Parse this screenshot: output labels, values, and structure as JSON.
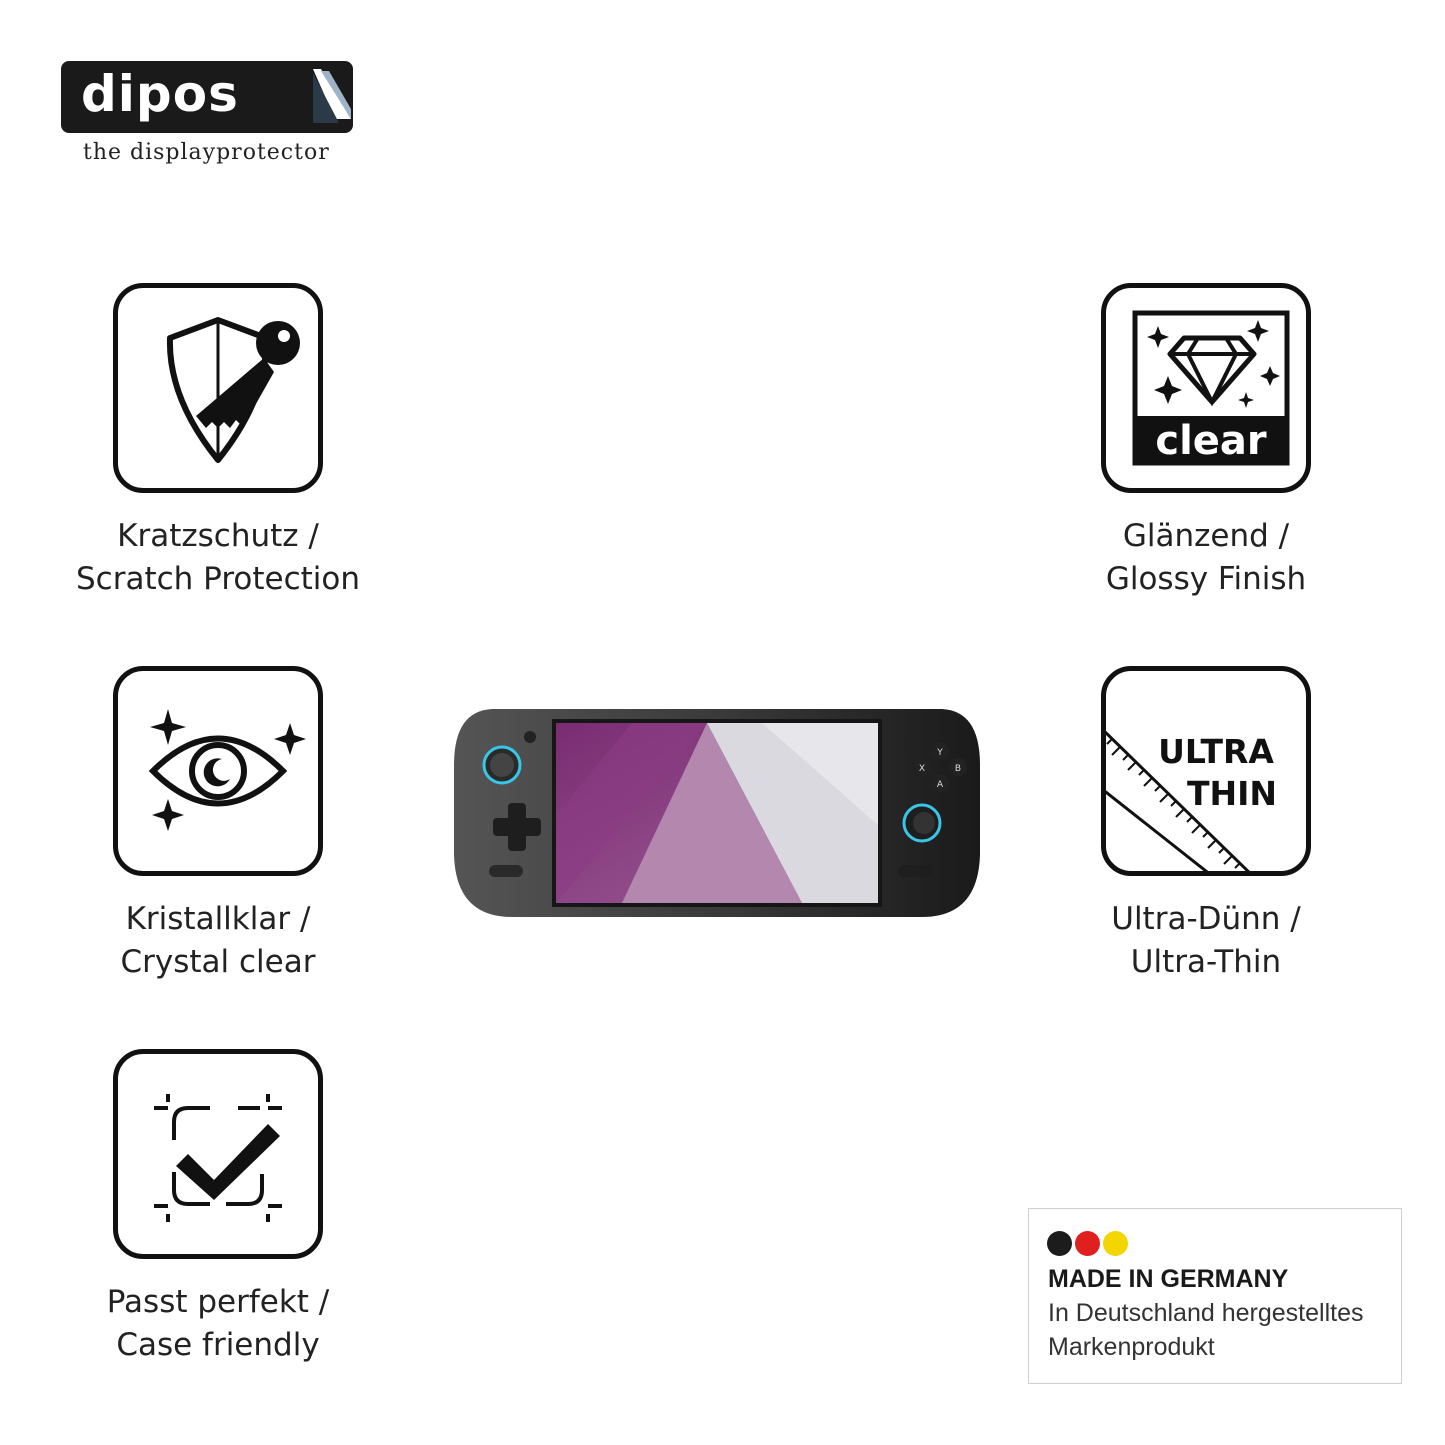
{
  "brand": {
    "name": "dipos",
    "tagline": "the displayprotector"
  },
  "features": [
    {
      "icon": "shield-key-icon",
      "line1": "Kratzschutz /",
      "line2": "Scratch Protection"
    },
    {
      "icon": "eye-sparkle-icon",
      "line1": "Kristallklar /",
      "line2": "Crystal clear"
    },
    {
      "icon": "check-frame-icon",
      "line1": "Passt perfekt /",
      "line2": "Case friendly"
    },
    {
      "icon": "diamond-clear-icon",
      "line1": "Glänzend /",
      "line2": "Glossy Finish",
      "badge_text": "clear"
    },
    {
      "icon": "ultra-thin-icon",
      "line1": "Ultra-Dünn /",
      "line2": "Ultra-Thin",
      "badge_line1": "ULTRA",
      "badge_line2": "THIN"
    }
  ],
  "device": {
    "buttons": [
      "Y",
      "X",
      "B",
      "A"
    ],
    "accent_color": "#39c6e6"
  },
  "made_in_germany": {
    "title": "MADE IN GERMANY",
    "line1": "In Deutschland hergestelltes",
    "line2": "Markenprodukt",
    "flag_colors": [
      "#1c1c1c",
      "#e01f1f",
      "#f3d600"
    ]
  }
}
